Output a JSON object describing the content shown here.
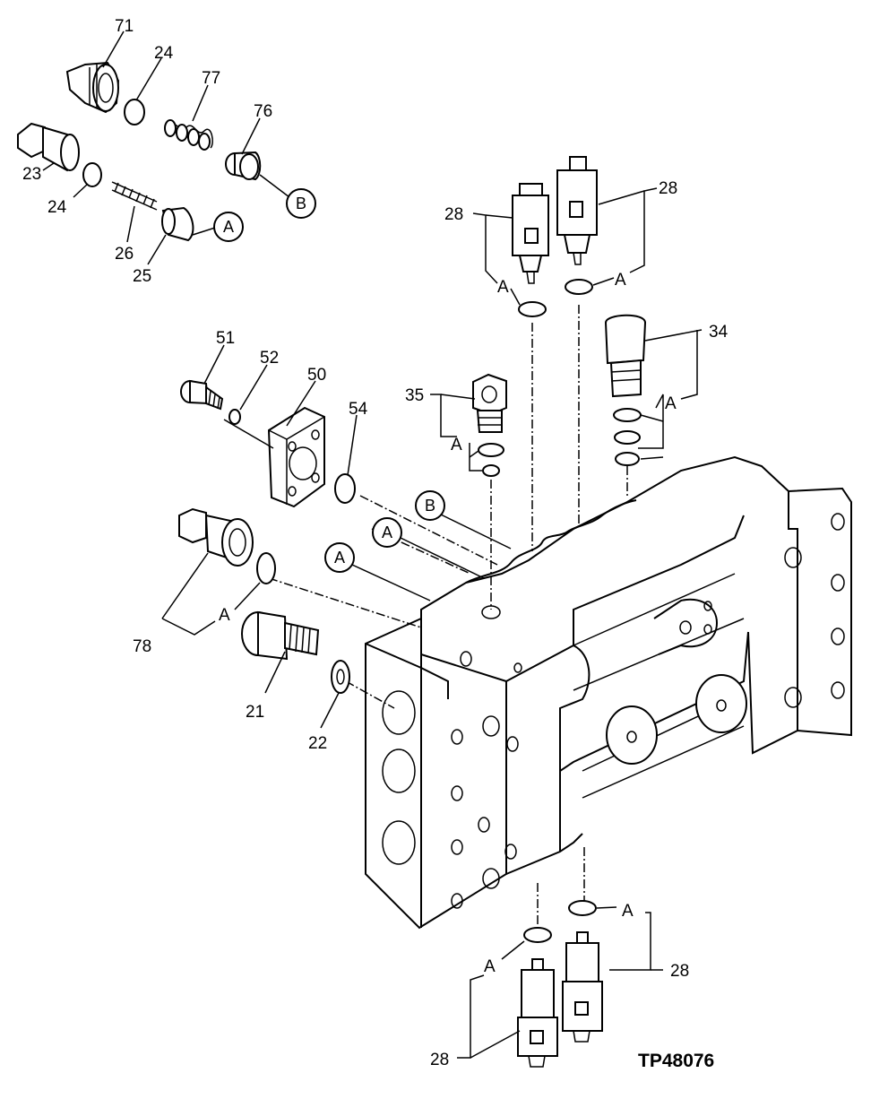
{
  "figure_id": "TP48076",
  "callouts": {
    "c71": "71",
    "c24a": "24",
    "c77": "77",
    "c76": "76",
    "c23": "23",
    "c24b": "24",
    "c26": "26",
    "c25": "25",
    "c51": "51",
    "c52": "52",
    "c50": "50",
    "c54": "54",
    "c35": "35",
    "c34": "34",
    "c28a": "28",
    "c28b": "28",
    "c78": "78",
    "c21": "21",
    "c22": "22",
    "c28c": "28",
    "c28d": "28"
  },
  "circled_refs": {
    "b_top": "B",
    "a_top": "A",
    "b_mid": "B",
    "a_mid": "A",
    "a_low": "A"
  },
  "plain_refs": {
    "a1": "A",
    "a2": "A",
    "a3": "A",
    "a4": "A",
    "a5": "A",
    "a6": "A",
    "a7": "A"
  }
}
